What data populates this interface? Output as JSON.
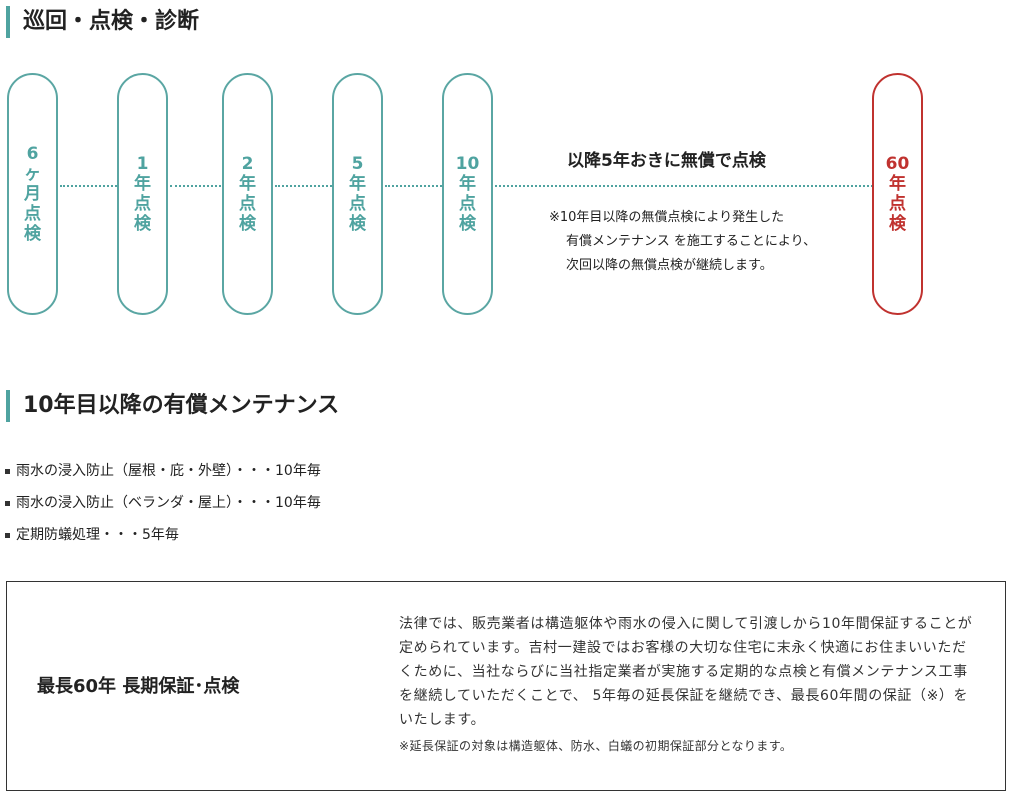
{
  "section1": {
    "title": "巡回・点検・診断"
  },
  "timeline": {
    "pills": [
      {
        "lines": [
          "6",
          "ヶ",
          "月",
          "点",
          "検"
        ]
      },
      {
        "lines": [
          "1",
          "年",
          "点",
          "検"
        ]
      },
      {
        "lines": [
          "2",
          "年",
          "点",
          "検"
        ]
      },
      {
        "lines": [
          "5",
          "年",
          "点",
          "検"
        ]
      },
      {
        "lines": [
          "10",
          "年",
          "点",
          "検"
        ]
      },
      {
        "lines": [
          "60",
          "年",
          "点",
          "検"
        ]
      }
    ],
    "free_heading": "以降5年おきに無償で点検",
    "note_lines": [
      "※10年目以降の無償点検により発生した",
      "有償メンテナンス を施工することにより、",
      "次回以降の無償点検が継続します。"
    ],
    "accent_color": "#4fa3a0",
    "final_color": "#c0322f"
  },
  "section2": {
    "title": "10年目以降の有償メンテナンス",
    "items": [
      "雨水の浸入防止（屋根・庇・外壁）・・・10年毎",
      "雨水の浸入防止（ベランダ・屋上）・・・10年毎",
      "定期防蟻処理・・・5年毎"
    ]
  },
  "warranty": {
    "heading": "最長60年 長期保証･点検",
    "body": "法律では、販売業者は構造躯体や雨水の侵入に関して引渡しから10年間保証することが定められています。吉村一建設ではお客様の大切な住宅に末永く快適にお住まいいただくために、当社ならびに当社指定業者が実施する定期的な点検と有償メンテナンス工事を継続していただくことで、 5年毎の延長保証を継続でき、最長60年間の保証（※）をいたします。",
    "note": "※延長保証の対象は構造躯体、防水、白蟻の初期保証部分となります。"
  }
}
